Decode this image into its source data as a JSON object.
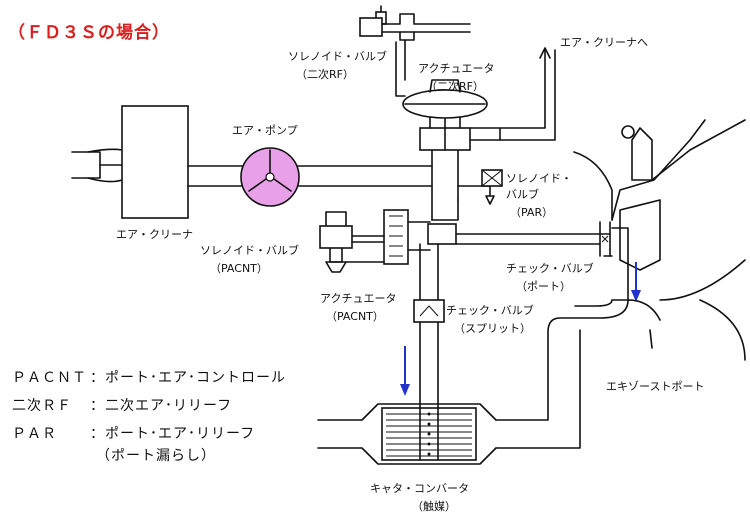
{
  "title": "（ＦＤ３Ｓの場合）",
  "colors": {
    "title": "#d81e1e",
    "air_pump": "#e8a0e8",
    "flow_arrow": "#2233cc",
    "line": "#111111"
  },
  "labels": {
    "solenoid_rf": "ソレノイド・バルブ",
    "solenoid_rf_sub": "（二次RF）",
    "actuator_rf": "アクチュエータ",
    "actuator_rf_sub": "（二次RF）",
    "to_air_cleaner": "エア・クリーナへ",
    "air_pump": "エア・ポンプ",
    "air_cleaner": "エア・クリーナ",
    "solenoid_par": "ソレノイド・",
    "solenoid_par_2": "バルブ",
    "solenoid_par_sub": "（PAR）",
    "solenoid_pacnt": "ソレノイド・バルブ",
    "solenoid_pacnt_sub": "（PACNT）",
    "check_port": "チェック・バルブ",
    "check_port_sub": "（ポート）",
    "actuator_pacnt": "アクチュエータ",
    "actuator_pacnt_sub": "（PACNT）",
    "check_split": "チェック・バルブ",
    "check_split_sub": "（スプリット）",
    "exhaust_port": "エキゾーストポート",
    "catalyst": "キャタ・コンバータ",
    "catalyst_sub": "（触媒）"
  },
  "legend": [
    {
      "term": "ＰＡＣＮＴ",
      "desc": "：ポート･エア･コントロール"
    },
    {
      "term": "二次ＲＦ",
      "desc": "：二次エア･リリーフ"
    },
    {
      "term": "ＰＡＲ",
      "desc": "：ポート･エア･リリーフ"
    }
  ],
  "legend_note": "（ポート漏らし）"
}
